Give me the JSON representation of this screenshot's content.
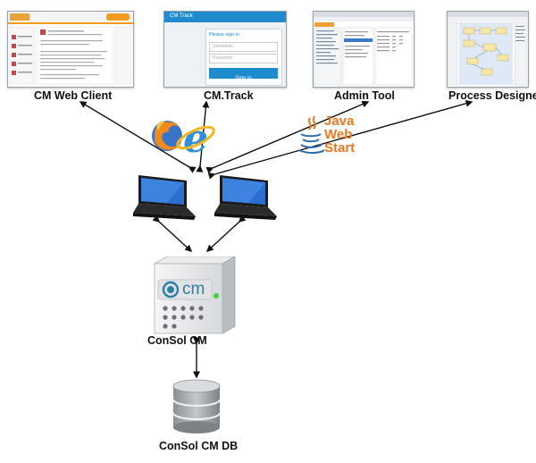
{
  "nodes": {
    "web_client": "CM Web Client",
    "track": "CM.Track",
    "admin_tool": "Admin Tool",
    "process_designer": "Process Designer",
    "server": "ConSol CM",
    "database": "ConSol CM DB"
  },
  "track_screen": {
    "header": "CM Track",
    "prompt": "Please sign in",
    "username_placeholder": "Username",
    "password_placeholder": "Password",
    "sign_in_label": "Sign in"
  },
  "server_logo_text": "cm",
  "java_ws_lines": [
    "Java",
    "Web",
    "Start"
  ],
  "colors": {
    "track_blue": "#1e8ccc",
    "java_orange": "#e8781e",
    "java_blue": "#2b6cb0",
    "server_teal": "#2d7fa3"
  },
  "icons": [
    "firefox-icon",
    "internet-explorer-icon",
    "java-web-start-icon",
    "laptop-icon",
    "server-icon",
    "database-icon"
  ]
}
